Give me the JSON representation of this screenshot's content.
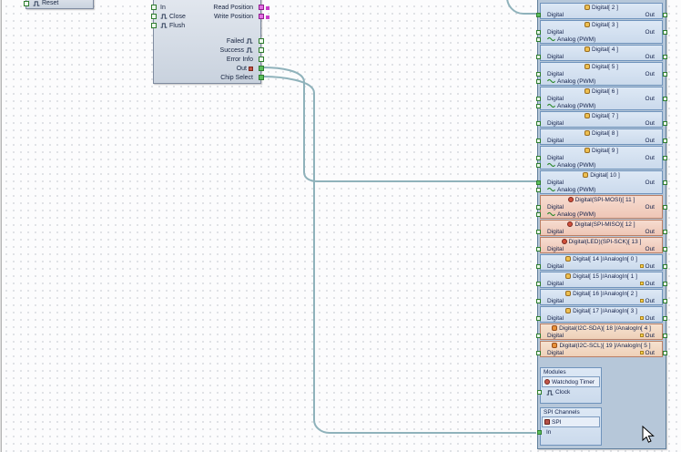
{
  "blocks": {
    "reset": {
      "label": "Reset"
    },
    "file": {
      "inputs": [
        {
          "label": "In",
          "icon": "none"
        },
        {
          "label": "Close",
          "icon": "pulse"
        },
        {
          "label": "Flush",
          "icon": "pulse"
        }
      ],
      "position_pins": [
        {
          "label": "Read Position"
        },
        {
          "label": "Write Position"
        }
      ],
      "outputs": [
        {
          "label": "Failed",
          "icon": "pulse"
        },
        {
          "label": "Success",
          "icon": "pulse"
        },
        {
          "label": "Error Info",
          "icon": "none"
        },
        {
          "label": "Out",
          "icon": "dot",
          "connected": true
        },
        {
          "label": "Chip Select",
          "icon": "none",
          "connected": true
        }
      ]
    }
  },
  "board": {
    "labels": {
      "digital": "Digital",
      "out": "Out",
      "pwm": "Analog (PWM)"
    },
    "channels": [
      {
        "title": "Digital[ 2 ]",
        "variant": "digital",
        "pwm": false,
        "marker": false,
        "connected": true
      },
      {
        "title": "Digital[ 3 ]",
        "variant": "digital",
        "pwm": true,
        "marker": false
      },
      {
        "title": "Digital[ 4 ]",
        "variant": "digital",
        "pwm": false,
        "marker": false
      },
      {
        "title": "Digital[ 5 ]",
        "variant": "digital",
        "pwm": true,
        "marker": false
      },
      {
        "title": "Digital[ 6 ]",
        "variant": "digital",
        "pwm": true,
        "marker": false
      },
      {
        "title": "Digital[ 7 ]",
        "variant": "digital",
        "pwm": false,
        "marker": false
      },
      {
        "title": "Digital[ 8 ]",
        "variant": "digital",
        "pwm": false,
        "marker": false
      },
      {
        "title": "Digital[ 9 ]",
        "variant": "digital",
        "pwm": true,
        "marker": false
      },
      {
        "title": "Digital[ 10 ]",
        "variant": "digital",
        "pwm": true,
        "marker": false,
        "connected": true
      },
      {
        "title": "Digital(SPI-MOSI)[ 11 ]",
        "variant": "spi",
        "pwm": true,
        "marker": false
      },
      {
        "title": "Digital(SPI-MISO)[ 12 ]",
        "variant": "spi",
        "pwm": false,
        "marker": false
      },
      {
        "title": "Digital(LED)(SPI-SCK)[ 13 ]",
        "variant": "spi",
        "pwm": false,
        "marker": false
      },
      {
        "title": "Digital[ 14 ]/AnalogIn[ 0 ]",
        "variant": "analogin",
        "pwm": false,
        "marker": true
      },
      {
        "title": "Digital[ 15 ]/AnalogIn[ 1 ]",
        "variant": "analogin",
        "pwm": false,
        "marker": true
      },
      {
        "title": "Digital[ 16 ]/AnalogIn[ 2 ]",
        "variant": "analogin",
        "pwm": false,
        "marker": true
      },
      {
        "title": "Digital[ 17 ]/AnalogIn[ 3 ]",
        "variant": "analogin",
        "pwm": false,
        "marker": true
      },
      {
        "title": "Digital(I2C-SDA)[ 18 ]/AnalogIn[ 4 ]",
        "variant": "i2c",
        "pwm": false,
        "marker": true
      },
      {
        "title": "Digital(I2C-SCL)[ 19 ]/AnalogIn[ 5 ]",
        "variant": "i2c",
        "pwm": false,
        "marker": true
      }
    ],
    "modules": {
      "header": "Modules",
      "item": "Watchdog Timer",
      "clock": "Clock"
    },
    "spi": {
      "header": "SPI Channels",
      "item": "SPI",
      "input": "In"
    }
  },
  "colors": {
    "wire": "#8fb2bb",
    "channel_blue": "#cbdaec",
    "channel_salmon": "#eec6b6",
    "board_body": "#b6c7d9",
    "pin_green": "#2f7d2f",
    "pin_magenta": "#c93fc9",
    "marker_yellow": "#ffd24a"
  }
}
